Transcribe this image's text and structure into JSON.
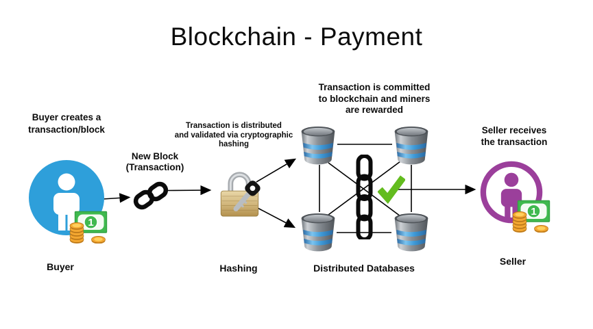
{
  "title": "Blockchain - Payment",
  "flow": {
    "buyer": {
      "caption": "Buyer creates a\ntransaction/block",
      "label": "Buyer"
    },
    "new_block": {
      "caption": "New Block\n(Transaction)"
    },
    "hashing": {
      "caption": "Transaction is distributed\nand validated via cryptographic\nhashing",
      "label": "Hashing"
    },
    "databases": {
      "caption": "Transaction is committed\nto blockchain and miners\nare rewarded",
      "label": "Distributed Databases"
    },
    "seller": {
      "caption": "Seller receives\nthe transaction",
      "label": "Seller"
    }
  },
  "icons": {
    "buyer": "person-in-blue-circle-icon",
    "seller": "person-in-purple-ring-icon",
    "money": "banknote-and-coins-icon",
    "new_block": "chain-link-icon",
    "hashing": "padlock-with-key-icon",
    "database": "database-cylinder-icon",
    "blockchain": "vertical-chain-icon",
    "validated": "green-checkmark-icon",
    "money_denomination": "1"
  },
  "colors": {
    "buyer_blue": "#2E9FDA",
    "seller_purple": "#9B3F9B",
    "check_green": "#63BC1F",
    "bill_green": "#40B94F",
    "coin_gold": "#F3A731",
    "lock_gold": "#D3B87E",
    "line_black": "#000000"
  }
}
